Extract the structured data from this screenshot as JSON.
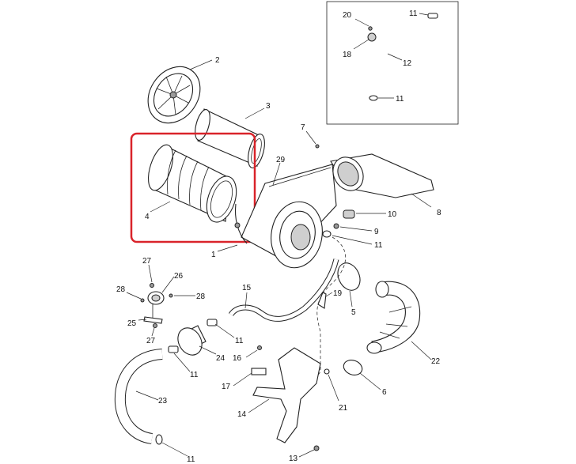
{
  "highlight_color": "#d9232a",
  "callouts": {
    "c1": "1",
    "c2": "2",
    "c3": "3",
    "c4": "4",
    "c5": "5",
    "c6": "6",
    "c7": "7",
    "c8": "8",
    "c9": "9",
    "c10": "10",
    "c11a": "11",
    "c11b": "11",
    "c11c": "11",
    "c11d": "11",
    "c11e": "11",
    "c11f": "11",
    "c12": "12",
    "c13": "13",
    "c14": "14",
    "c15": "15",
    "c16": "16",
    "c17": "17",
    "c18": "18",
    "c19": "19",
    "c20": "20",
    "c21": "21",
    "c22": "22",
    "c23": "23",
    "c24": "24",
    "c25": "25",
    "c26": "26",
    "c27a": "27",
    "c27b": "27",
    "c28a": "28",
    "c28b": "28",
    "c29": "29"
  }
}
